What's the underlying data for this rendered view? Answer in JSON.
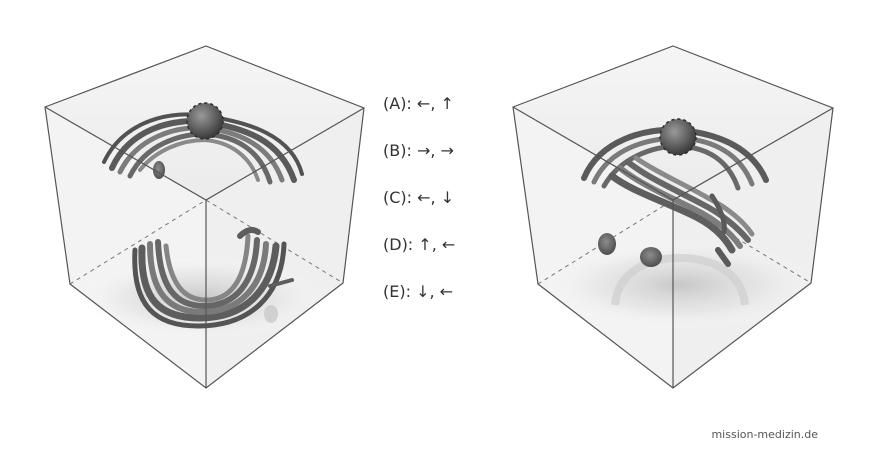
{
  "answer_options": [
    "(A): ←, ↑",
    "(B): →, →",
    "(C): ←, ↓",
    "(D): ↑, ←",
    "(E): ↓, ←"
  ],
  "watermark": "mission-medizin.de",
  "colors": {
    "cube_edge": "#555555",
    "glass": "#f3f3f3",
    "fiber": "#6b6b6b",
    "text": "#333333"
  },
  "icons": {
    "left_panel": "glass-cube-with-two-fiber-arches",
    "right_panel": "glass-cube-with-single-fiber-bundle"
  }
}
